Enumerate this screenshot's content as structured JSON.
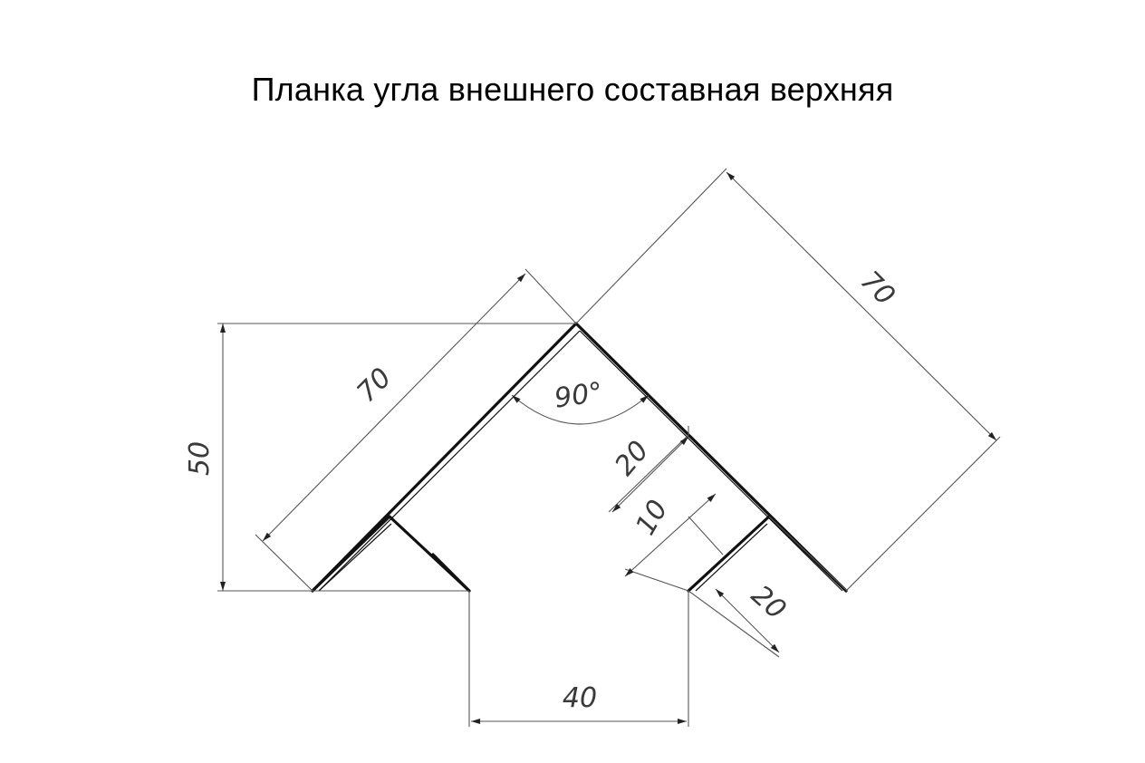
{
  "title": "Планка угла внешнего составная верхняя",
  "dimensions": {
    "height_left": "50",
    "side_left": "70",
    "side_right": "70",
    "angle": "90°",
    "step_20_upper": "20",
    "step_10": "10",
    "step_20_lower": "20",
    "bottom_width": "40"
  },
  "colors": {
    "line": "#111111",
    "dimension": "#555555",
    "background": "#ffffff"
  }
}
